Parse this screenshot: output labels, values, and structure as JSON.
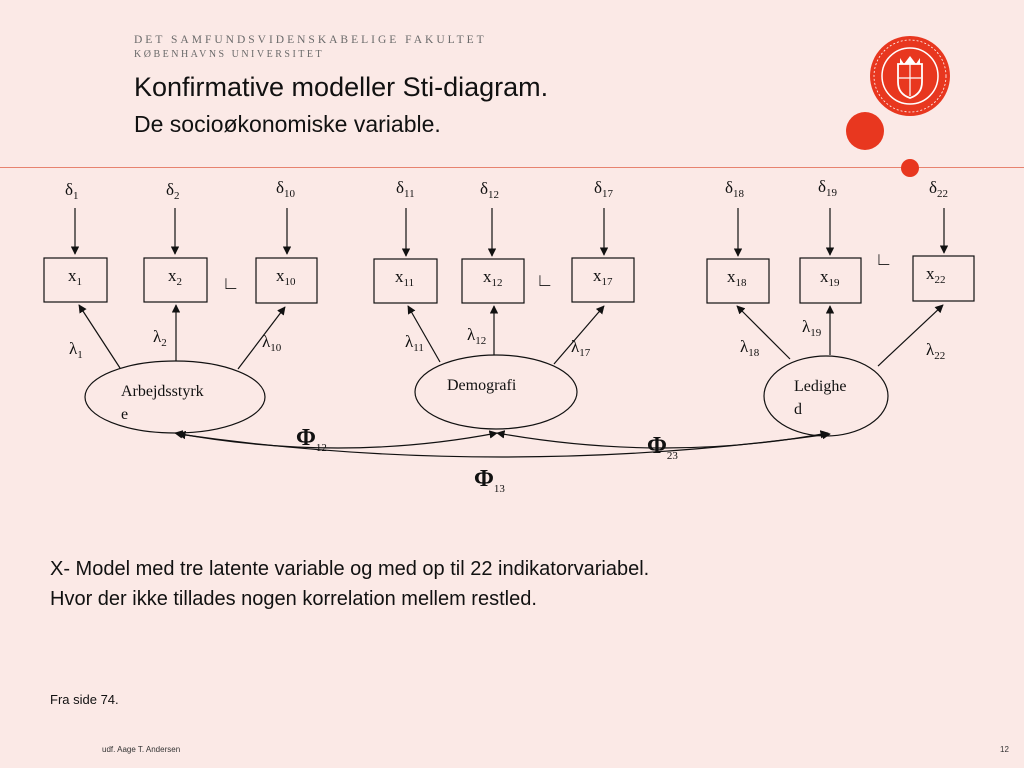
{
  "header": {
    "faculty_line1": "DET SAMFUNDSVIDENSKABELIGE FAKULTET",
    "faculty_line2": "KØBENHAVNS UNIVERSITET",
    "title": "Konfirmative modeller Sti-diagram.",
    "subtitle": "De socioøkonomiske variable."
  },
  "colors": {
    "accent": "#e8371f",
    "background": "#fbe9e6",
    "rule": "#e7826f"
  },
  "icons": [
    "university-seal-icon"
  ],
  "diagram": {
    "delta_symbol": "δ",
    "lambda_symbol": "λ",
    "phi_symbol": "Φ",
    "ellipsis_glyph": "∟",
    "indicators": [
      {
        "var": "x",
        "sub": "1",
        "error_sub": "1",
        "loading_sub": "1"
      },
      {
        "var": "x",
        "sub": "2",
        "error_sub": "2",
        "loading_sub": "2"
      },
      {
        "var": "x",
        "sub": "10",
        "error_sub": "10",
        "loading_sub": "10"
      },
      {
        "var": "x",
        "sub": "11",
        "error_sub": "11",
        "loading_sub": "11"
      },
      {
        "var": "x",
        "sub": "12",
        "error_sub": "12",
        "loading_sub": "12"
      },
      {
        "var": "x",
        "sub": "17",
        "error_sub": "17",
        "loading_sub": "17"
      },
      {
        "var": "x",
        "sub": "18",
        "error_sub": "18",
        "loading_sub": "18"
      },
      {
        "var": "x",
        "sub": "19",
        "error_sub": "19",
        "loading_sub": "19"
      },
      {
        "var": "x",
        "sub": "22",
        "error_sub": "22",
        "loading_sub": "22"
      }
    ],
    "latents": [
      {
        "line1": "Arbejdsstyrk",
        "line2": "e"
      },
      {
        "line1": "Demografi",
        "line2": ""
      },
      {
        "line1": "Ledighe",
        "line2": "d"
      }
    ],
    "covariances": [
      {
        "sub": "12"
      },
      {
        "sub": "23"
      },
      {
        "sub": "13"
      }
    ]
  },
  "body": {
    "line1": "X- Model med tre latente variable og med op til 22 indikatorvariabel.",
    "line2": "Hvor der ikke tillades nogen korrelation mellem restled."
  },
  "source_note": "Fra side 74.",
  "footer": {
    "author": "udf. Aage T. Andersen",
    "page": "12"
  }
}
